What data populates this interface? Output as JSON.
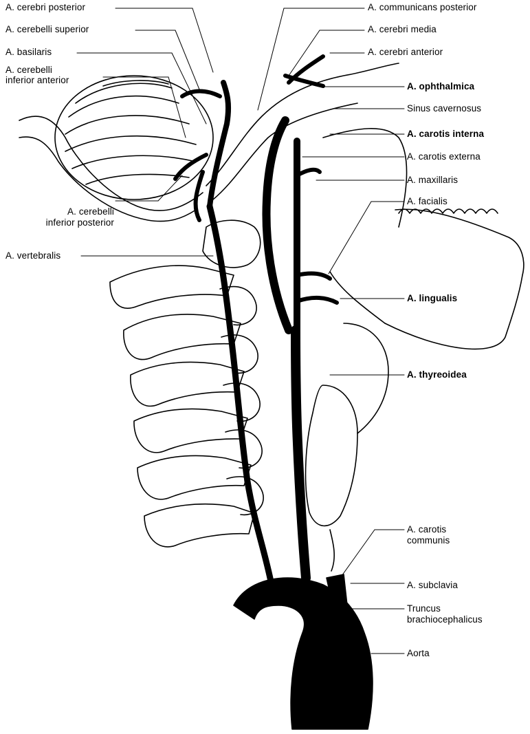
{
  "labels": {
    "cerebri_posterior": "A. cerebri posterior",
    "cerebelli_superior": "A. cerebelli superior",
    "basilaris": "A. basilaris",
    "cerebelli_inf_ant_1": "A. cerebelli",
    "cerebelli_inf_ant_2": "inferior anterior",
    "cerebelli_inf_post_1": "A. cerebelli",
    "cerebelli_inf_post_2": "inferior posterior",
    "vertebralis": "A. vertebralis",
    "communicans_posterior": "A. communicans posterior",
    "cerebri_media": "A. cerebri media",
    "cerebri_anterior": "A. cerebri anterior",
    "ophthalmica": "A. ophthalmica",
    "sinus_cavernosus": "Sinus cavernosus",
    "carotis_interna": "A. carotis interna",
    "carotis_externa": "A. carotis externa",
    "maxillaris": "A. maxillaris",
    "facialis": "A. facialis",
    "lingualis": "A. lingualis",
    "thyreoidea": "A. thyreoidea",
    "carotis_communis_1": "A. carotis",
    "carotis_communis_2": "communis",
    "subclavia": "A. subclavia",
    "truncus_1": "Truncus",
    "truncus_2": "brachiocephalicus",
    "aorta": "Aorta"
  }
}
